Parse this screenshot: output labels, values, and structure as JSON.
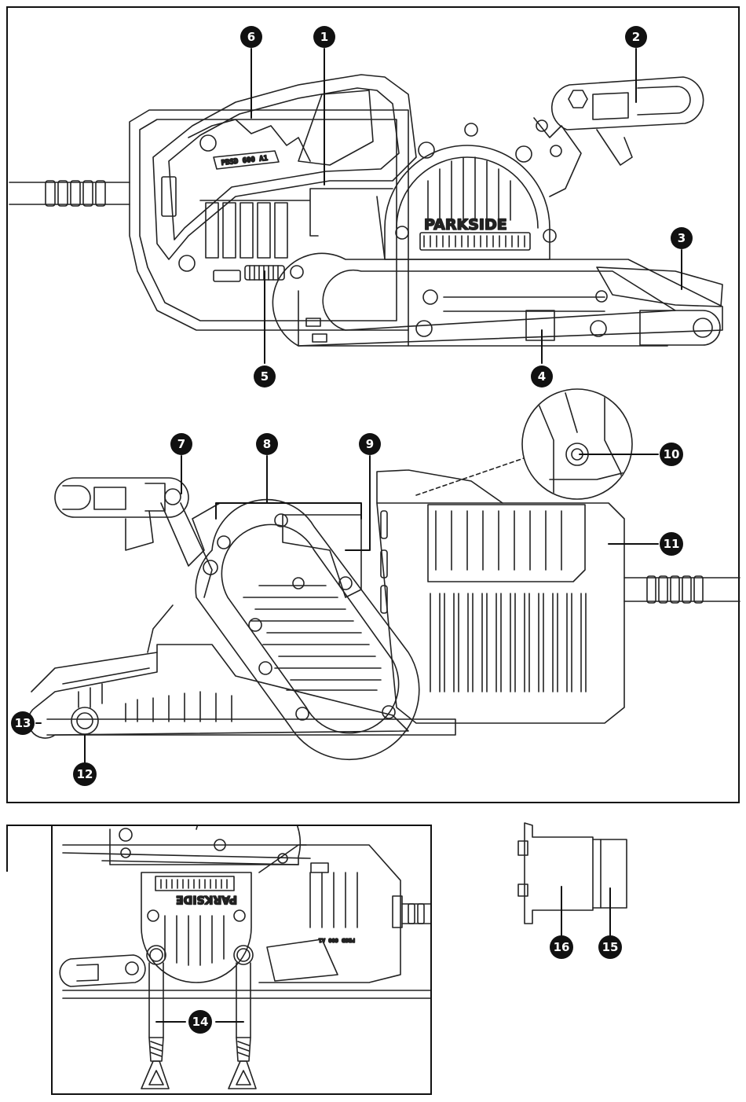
{
  "brand": "PARKSIDE",
  "model_label": "PBSD 600 A1",
  "brand_mirrored": "PARKSIDE",
  "model_mirrored": "PBSD 600 A1",
  "callouts": {
    "c1": "1",
    "c2": "2",
    "c3": "3",
    "c4": "4",
    "c5": "5",
    "c6": "6",
    "c7": "7",
    "c8": "8",
    "c9": "9",
    "c10": "10",
    "c11": "11",
    "c12": "12",
    "c13": "13",
    "c14": "14",
    "c15": "15",
    "c16": "16"
  },
  "colors": {
    "line": "#222222",
    "callout_fill": "#111111",
    "callout_text": "#ffffff"
  }
}
